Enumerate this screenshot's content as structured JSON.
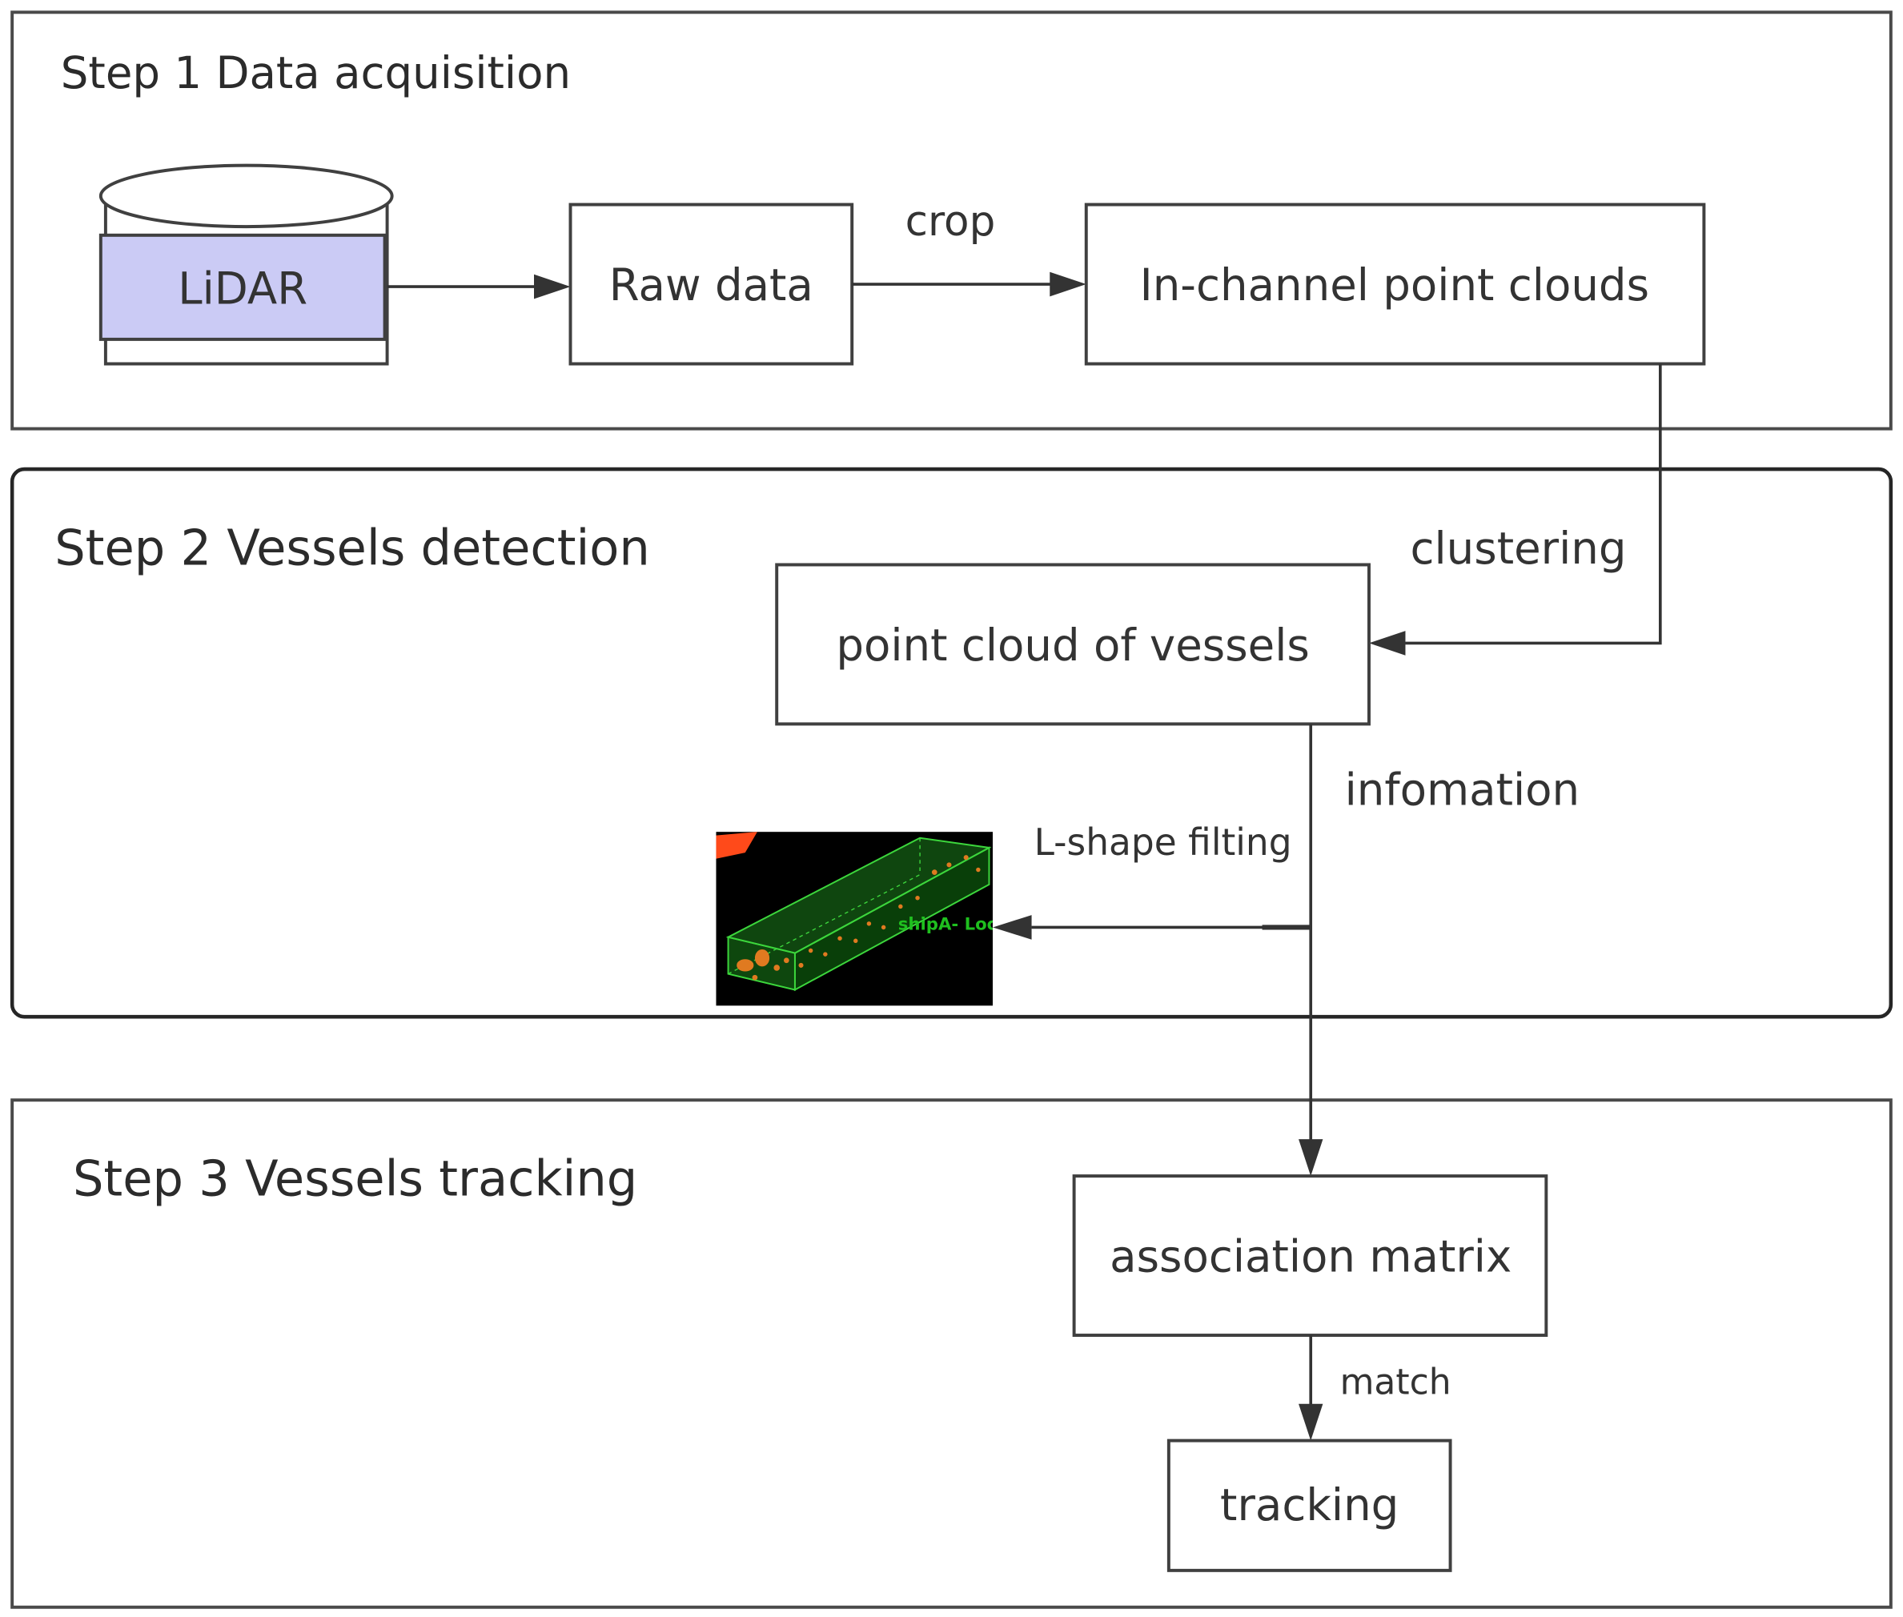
{
  "steps": [
    {
      "title": "Step 1 Data acquisition"
    },
    {
      "title": "Step 2 Vessels detection"
    },
    {
      "title": "Step 3 Vessels tracking"
    }
  ],
  "nodes": {
    "lidar": "LiDAR",
    "raw_data": "Raw data",
    "in_channel_point_clouds": "In-channel point clouds",
    "point_cloud_of_vessels": "point cloud of vessels",
    "association_matrix": "association matrix",
    "tracking": "tracking"
  },
  "edges": {
    "crop": "crop",
    "clustering": "clustering",
    "infomation": "infomation",
    "l_shape_filting": "L-shape filting",
    "match": "match"
  },
  "thumbnail": {
    "label": "shipA- Loc"
  },
  "colors": {
    "lidar_fill": "#cbcbf5",
    "thumbnail_background": "#000000",
    "bbox_green": "#3cd63c",
    "thumbnail_label": "#1fbf1f",
    "thumbnail_red": "#ff4a1a"
  }
}
